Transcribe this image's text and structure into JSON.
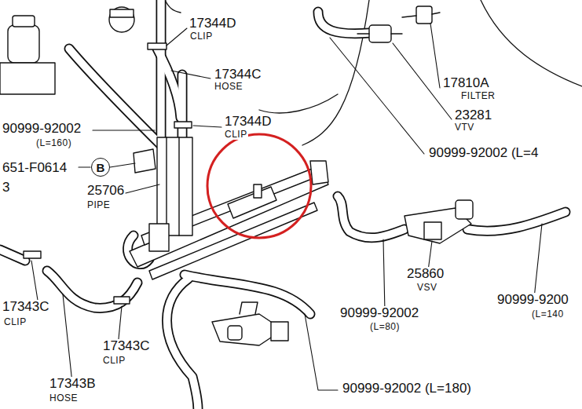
{
  "diagram": {
    "nodes": [
      {
        "text": [
          "B"
        ]
      }
    ],
    "edges": [],
    "labels": [
      "17344D",
      "CLIP",
      "17344C",
      "HOSE",
      "17810A",
      "FILTER",
      "23281",
      "VTV",
      "17344D",
      "CLIP",
      "90999-92002",
      "(L=160)",
      "90999-92002 (L=4",
      "651-F0614",
      "3",
      "25706",
      "PIPE",
      "25860",
      "VSV",
      "90999-92002",
      "(L=80)",
      "90999-9200",
      "(L=140",
      "17343C",
      "CLIP",
      "17343C",
      "CLIP",
      "17343B",
      "HOSE",
      "90999-92002 (L=180)"
    ]
  }
}
